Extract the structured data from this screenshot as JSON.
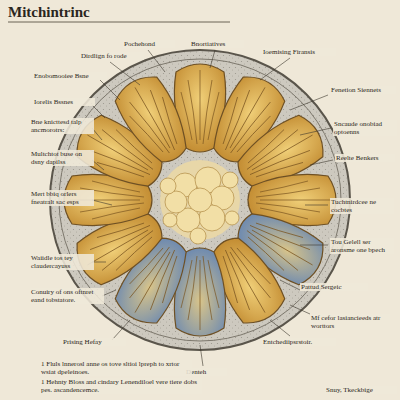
{
  "diagram": {
    "title": "Mitchintrinc",
    "labels": [
      "Pochehond",
      "Bnortiatives",
      "Ioemising Firansis",
      "Dirdlign fo rode",
      "Enobomooiee Bsne",
      "Iorelis Bssnes",
      "Bne knicttesd talp ancmorotrs:",
      "Multchtot buse on dsny dapilss",
      "Mert bbiq orlers fneatralt sac esps",
      "Waiidle tos tey claudercayuss",
      "Conuiry of ons oftnret eand tobstatore.",
      "Prising Hefay",
      "Denteh",
      "Entchediipsrstoir.",
      "Mf cefor lasiancieeds atr worttors",
      "Pattud Sergeic",
      "Tou Gelell ser aronsme one bpech",
      "Tuchtnirdcee ne cocbtes",
      "Reelte Benkers",
      "Sncaude onobiad optoenns",
      "Fenetion Siennets",
      "1 Fluls lnnerosl anne os tove sltioi lpreph to xrtor wsiat dpeleinoes.",
      "1 Hehnty Bloss and cindary Lenendiloel vere tiere dobs pes. ascandencemce.",
      "Snuy, Tkeckbige"
    ]
  }
}
